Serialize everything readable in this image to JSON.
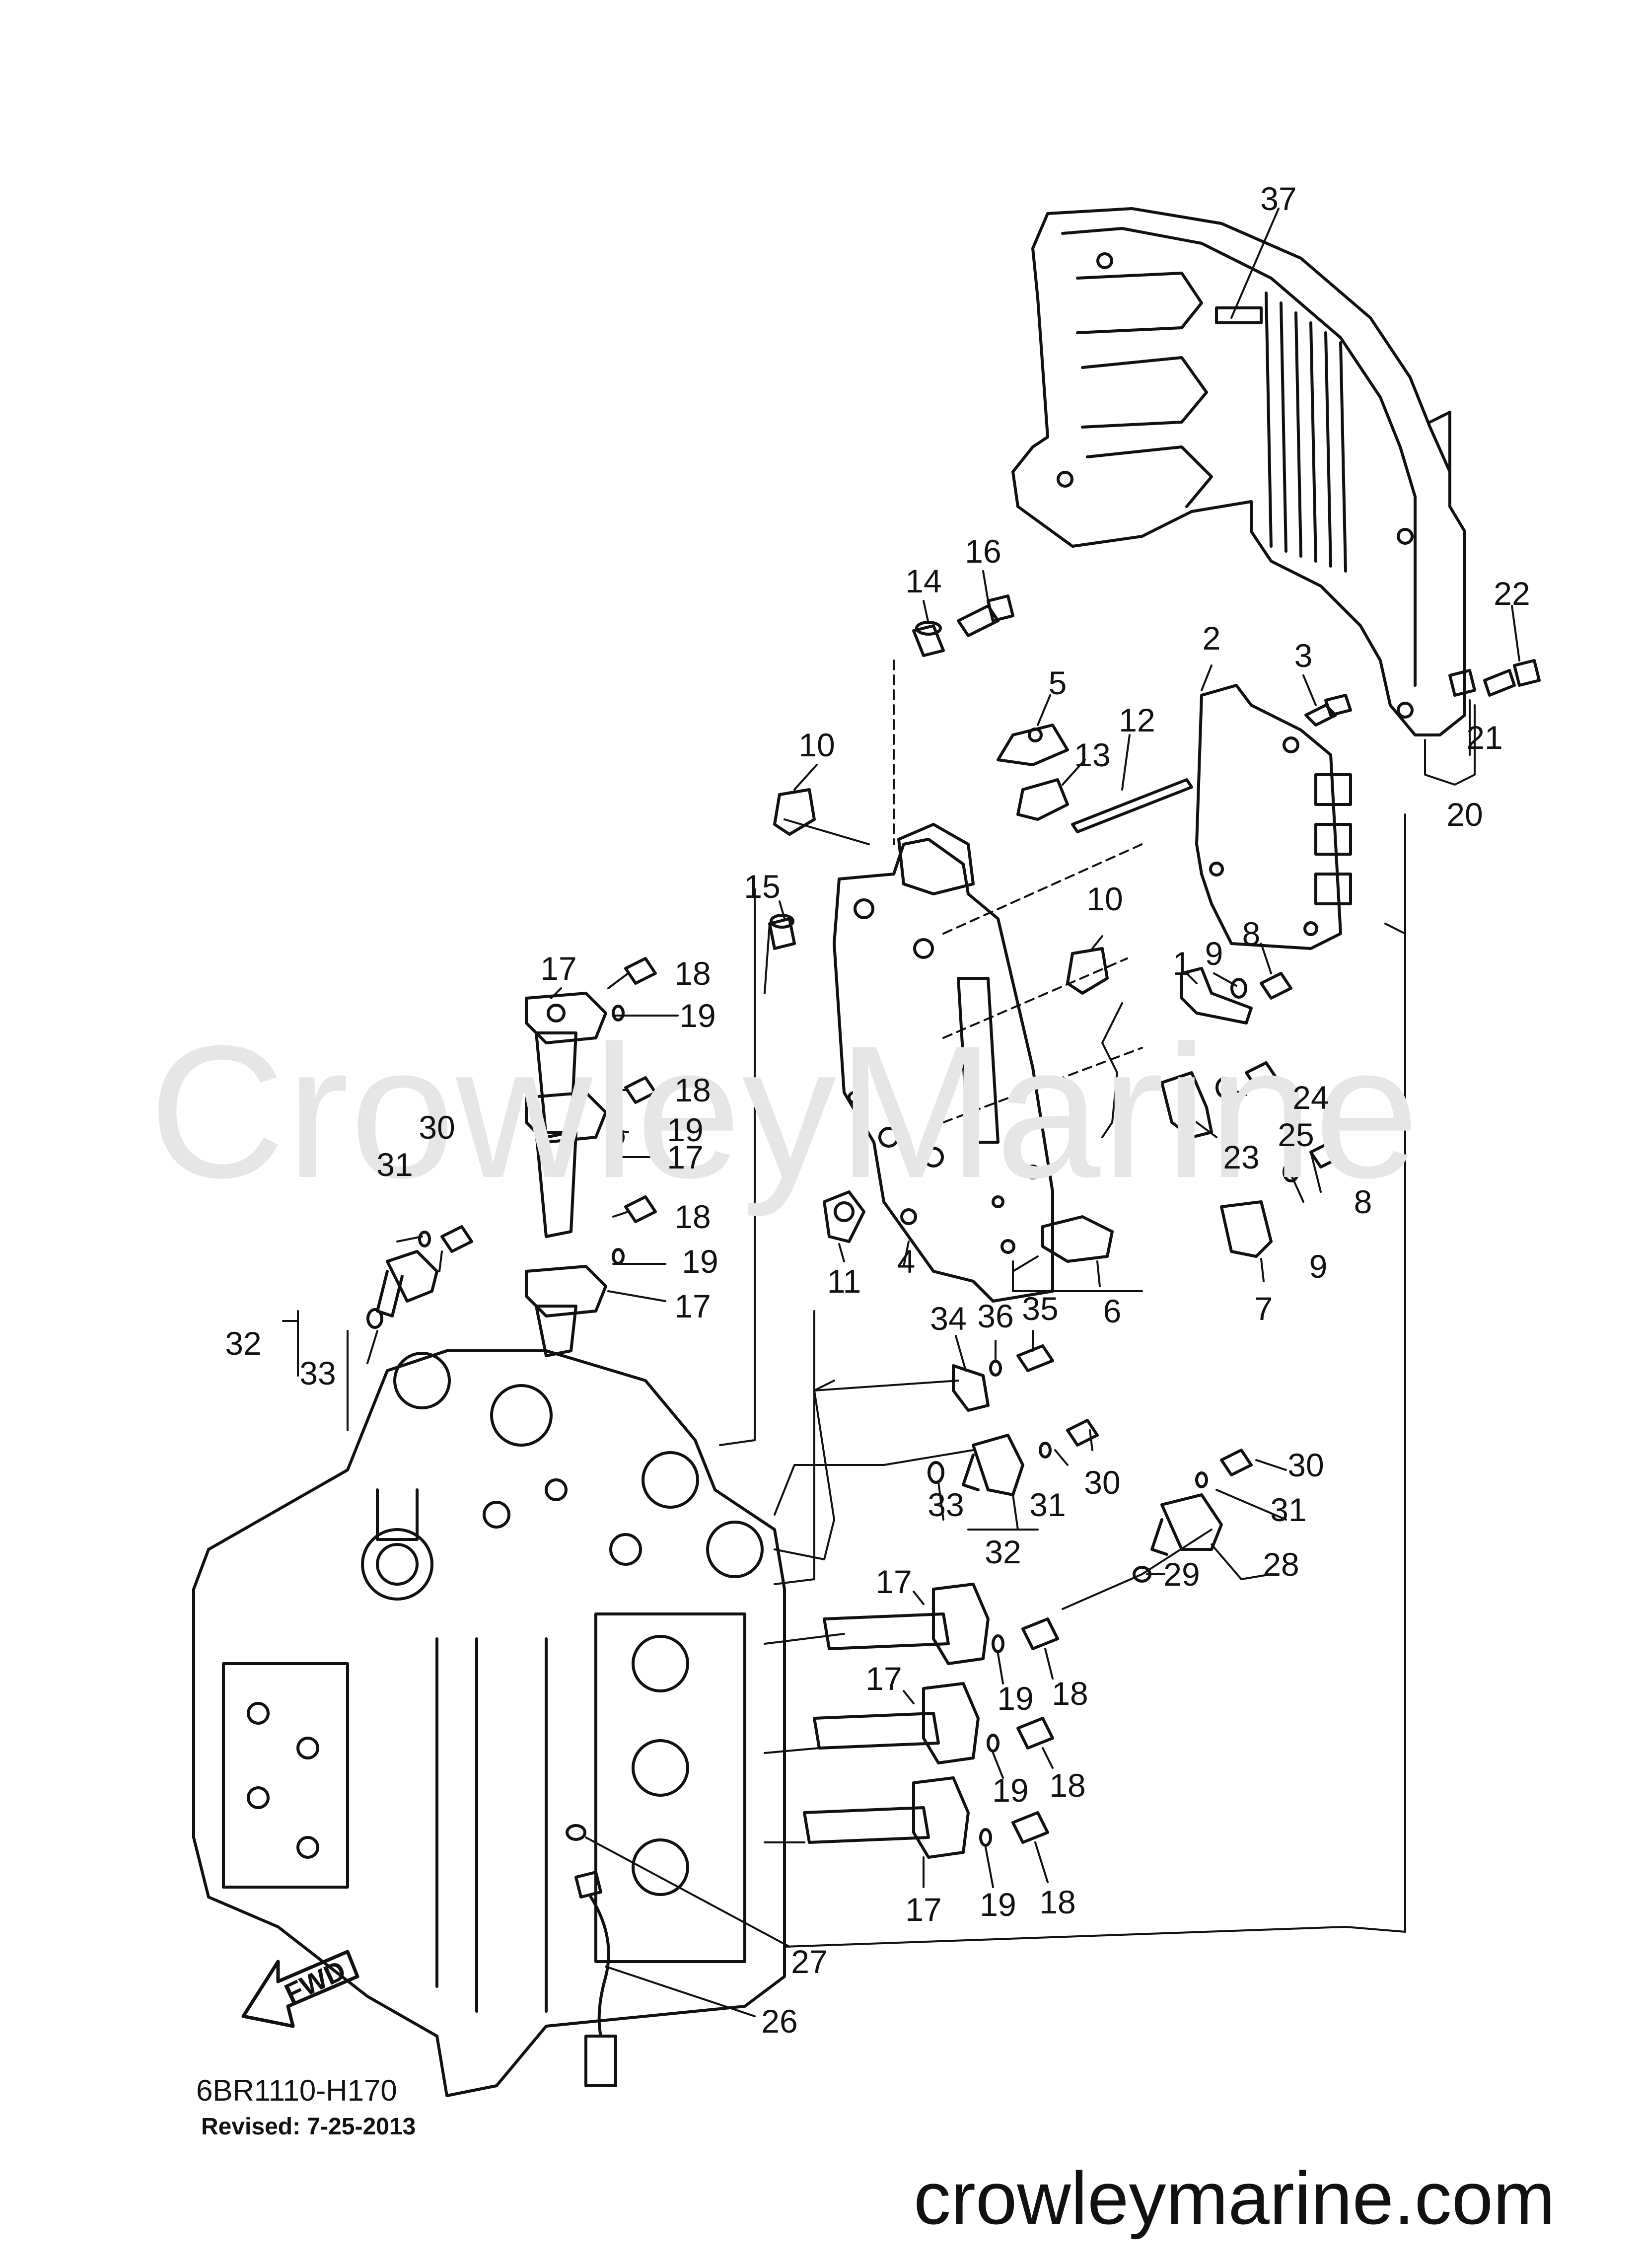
{
  "watermark": "CrowleyMarine",
  "fwd_label": "FWD",
  "diagram_code": "6BR1110-H170",
  "revised": "Revised: 7-25-2013",
  "site": "crowleymarine.com",
  "callouts": [
    {
      "id": "c37",
      "text": "37"
    },
    {
      "id": "c16",
      "text": "16"
    },
    {
      "id": "c14",
      "text": "14"
    },
    {
      "id": "c22",
      "text": "22"
    },
    {
      "id": "c2",
      "text": "2"
    },
    {
      "id": "c3",
      "text": "3"
    },
    {
      "id": "c5",
      "text": "5"
    },
    {
      "id": "c12",
      "text": "12"
    },
    {
      "id": "c13",
      "text": "13"
    },
    {
      "id": "c21",
      "text": "21"
    },
    {
      "id": "c20",
      "text": "20"
    },
    {
      "id": "c10a",
      "text": "10"
    },
    {
      "id": "c15",
      "text": "15"
    },
    {
      "id": "c10b",
      "text": "10"
    },
    {
      "id": "c8a",
      "text": "8"
    },
    {
      "id": "c9a",
      "text": "9"
    },
    {
      "id": "c1",
      "text": "1"
    },
    {
      "id": "c17a",
      "text": "17"
    },
    {
      "id": "c18a",
      "text": "18"
    },
    {
      "id": "c19a",
      "text": "19"
    },
    {
      "id": "c18b",
      "text": "18"
    },
    {
      "id": "c19b",
      "text": "19"
    },
    {
      "id": "c17b",
      "text": "17"
    },
    {
      "id": "c24",
      "text": "24"
    },
    {
      "id": "c25",
      "text": "25"
    },
    {
      "id": "c23",
      "text": "23"
    },
    {
      "id": "c30a",
      "text": "30"
    },
    {
      "id": "c31a",
      "text": "31"
    },
    {
      "id": "c18c",
      "text": "18"
    },
    {
      "id": "c19c",
      "text": "19"
    },
    {
      "id": "c17c",
      "text": "17"
    },
    {
      "id": "c8b",
      "text": "8"
    },
    {
      "id": "c9b",
      "text": "9"
    },
    {
      "id": "c11",
      "text": "11"
    },
    {
      "id": "c4",
      "text": "4"
    },
    {
      "id": "c6",
      "text": "6"
    },
    {
      "id": "c7",
      "text": "7"
    },
    {
      "id": "c32a",
      "text": "32"
    },
    {
      "id": "c33a",
      "text": "33"
    },
    {
      "id": "c34",
      "text": "34"
    },
    {
      "id": "c36",
      "text": "36"
    },
    {
      "id": "c35",
      "text": "35"
    },
    {
      "id": "c30b",
      "text": "30"
    },
    {
      "id": "c30c",
      "text": "30"
    },
    {
      "id": "c33b",
      "text": "33"
    },
    {
      "id": "c31b",
      "text": "31"
    },
    {
      "id": "c31c",
      "text": "31"
    },
    {
      "id": "c32b",
      "text": "32"
    },
    {
      "id": "c29",
      "text": "29"
    },
    {
      "id": "c28",
      "text": "28"
    },
    {
      "id": "c17d",
      "text": "17"
    },
    {
      "id": "c19d",
      "text": "19"
    },
    {
      "id": "c18d",
      "text": "18"
    },
    {
      "id": "c17e",
      "text": "17"
    },
    {
      "id": "c19e",
      "text": "19"
    },
    {
      "id": "c18e",
      "text": "18"
    },
    {
      "id": "c17f",
      "text": "17"
    },
    {
      "id": "c19f",
      "text": "19"
    },
    {
      "id": "c18f",
      "text": "18"
    },
    {
      "id": "c27",
      "text": "27"
    },
    {
      "id": "c26",
      "text": "26"
    }
  ]
}
